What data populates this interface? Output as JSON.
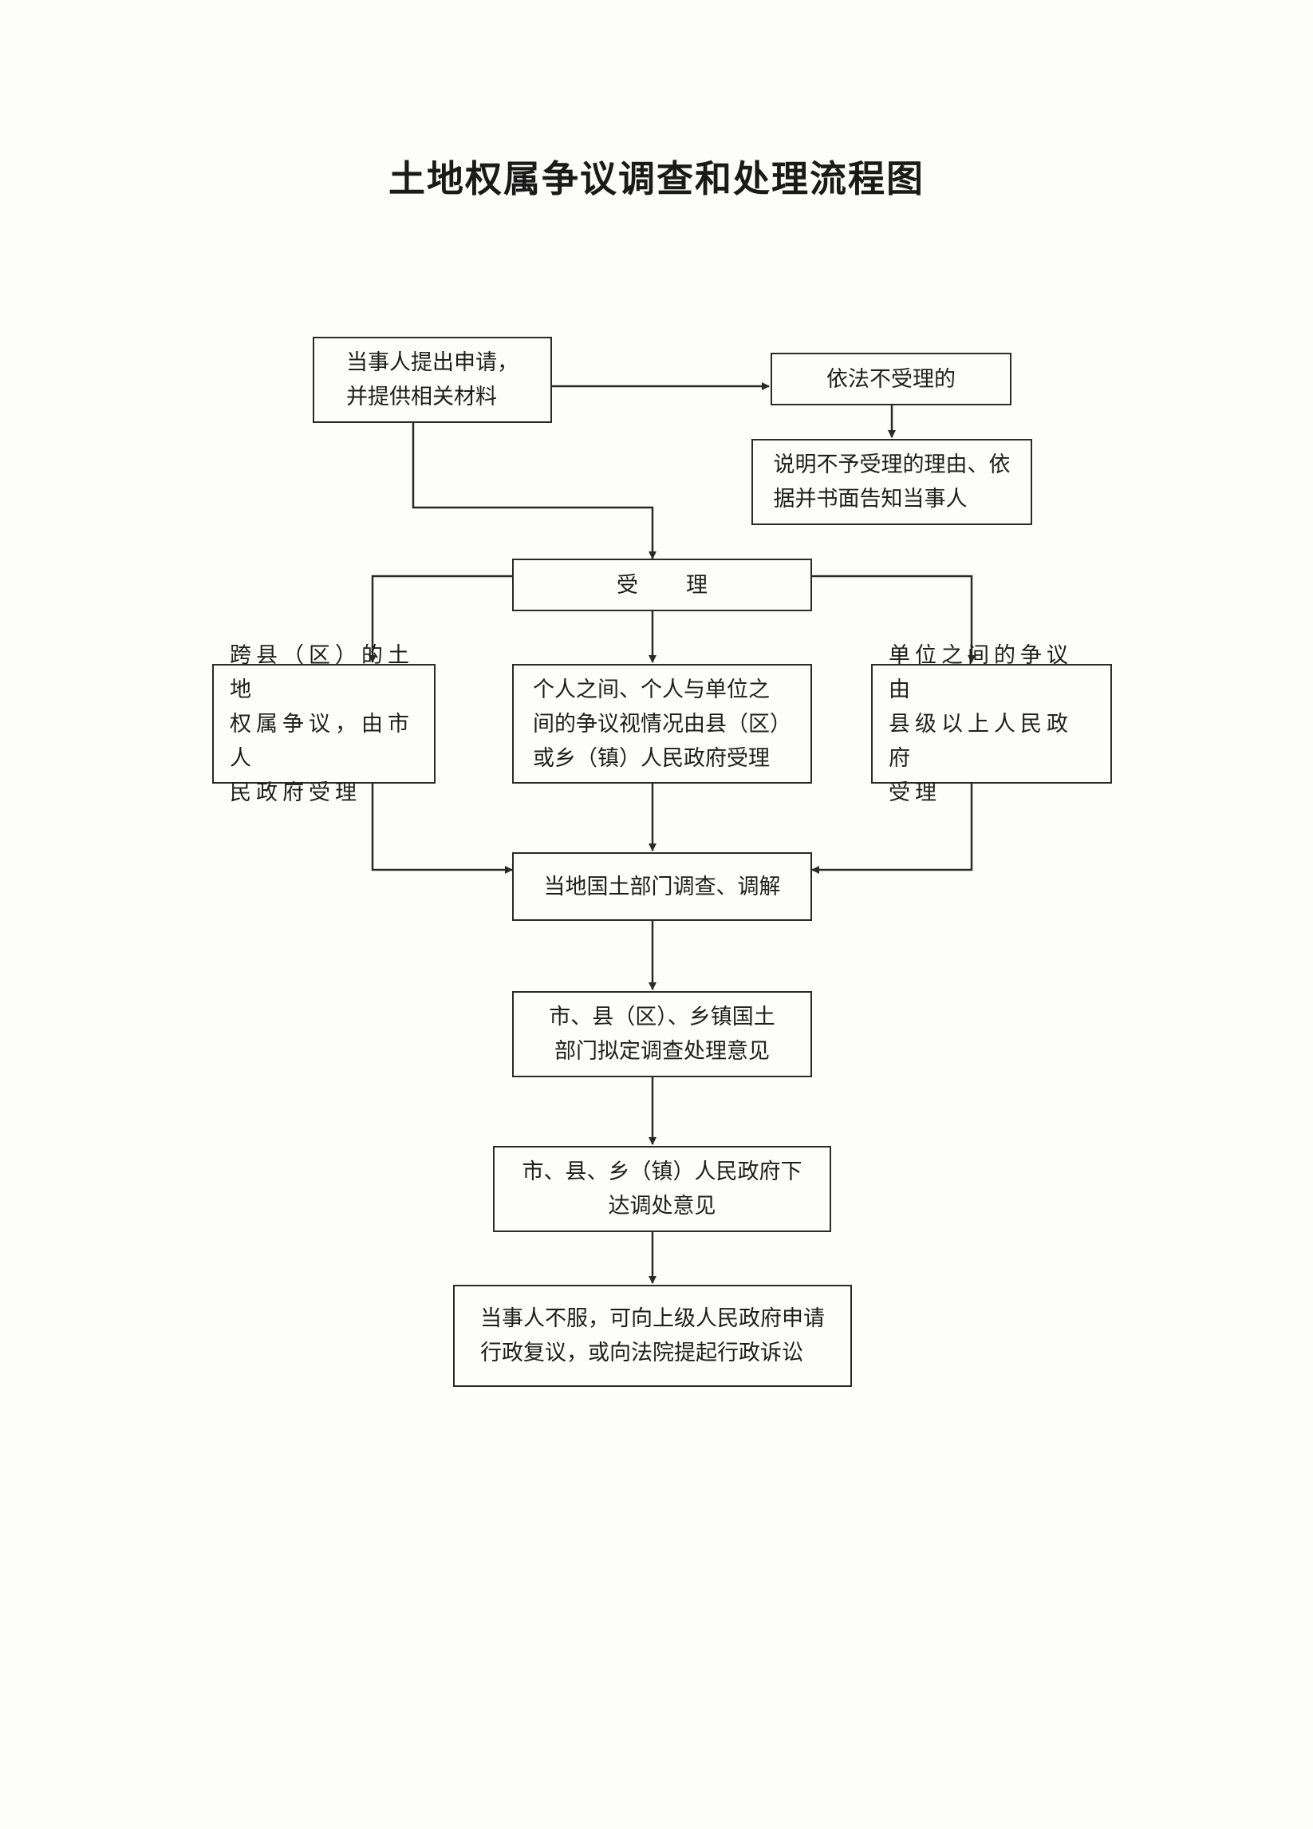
{
  "title": "土地权属争议调查和处理流程图",
  "nodes": {
    "apply": "当事人提出申请，\n并提供相关材料",
    "reject": "依法不受理的",
    "reject_notice": "说明不予受理的理由、依\n据并书面告知当事人",
    "accept": "受理",
    "cross_county": "跨县（区）的土地\n权属争议，由市人\n民政府受理",
    "individual": "个人之间、个人与单位之\n间的争议视情况由县（区）\n或乡（镇）人民政府受理",
    "units": "单位之间的争议由\n县级以上人民政府\n受理",
    "investigate": "当地国土部门调查、调解",
    "draft_opinion": "市、县（区）、乡镇国土\n部门拟定调查处理意见",
    "issue_opinion": "市、县、乡（镇）人民政府下\n达调处意见",
    "appeal": "当事人不服，可向上级人民政府申请\n行政复议，或向法院提起行政诉讼"
  }
}
